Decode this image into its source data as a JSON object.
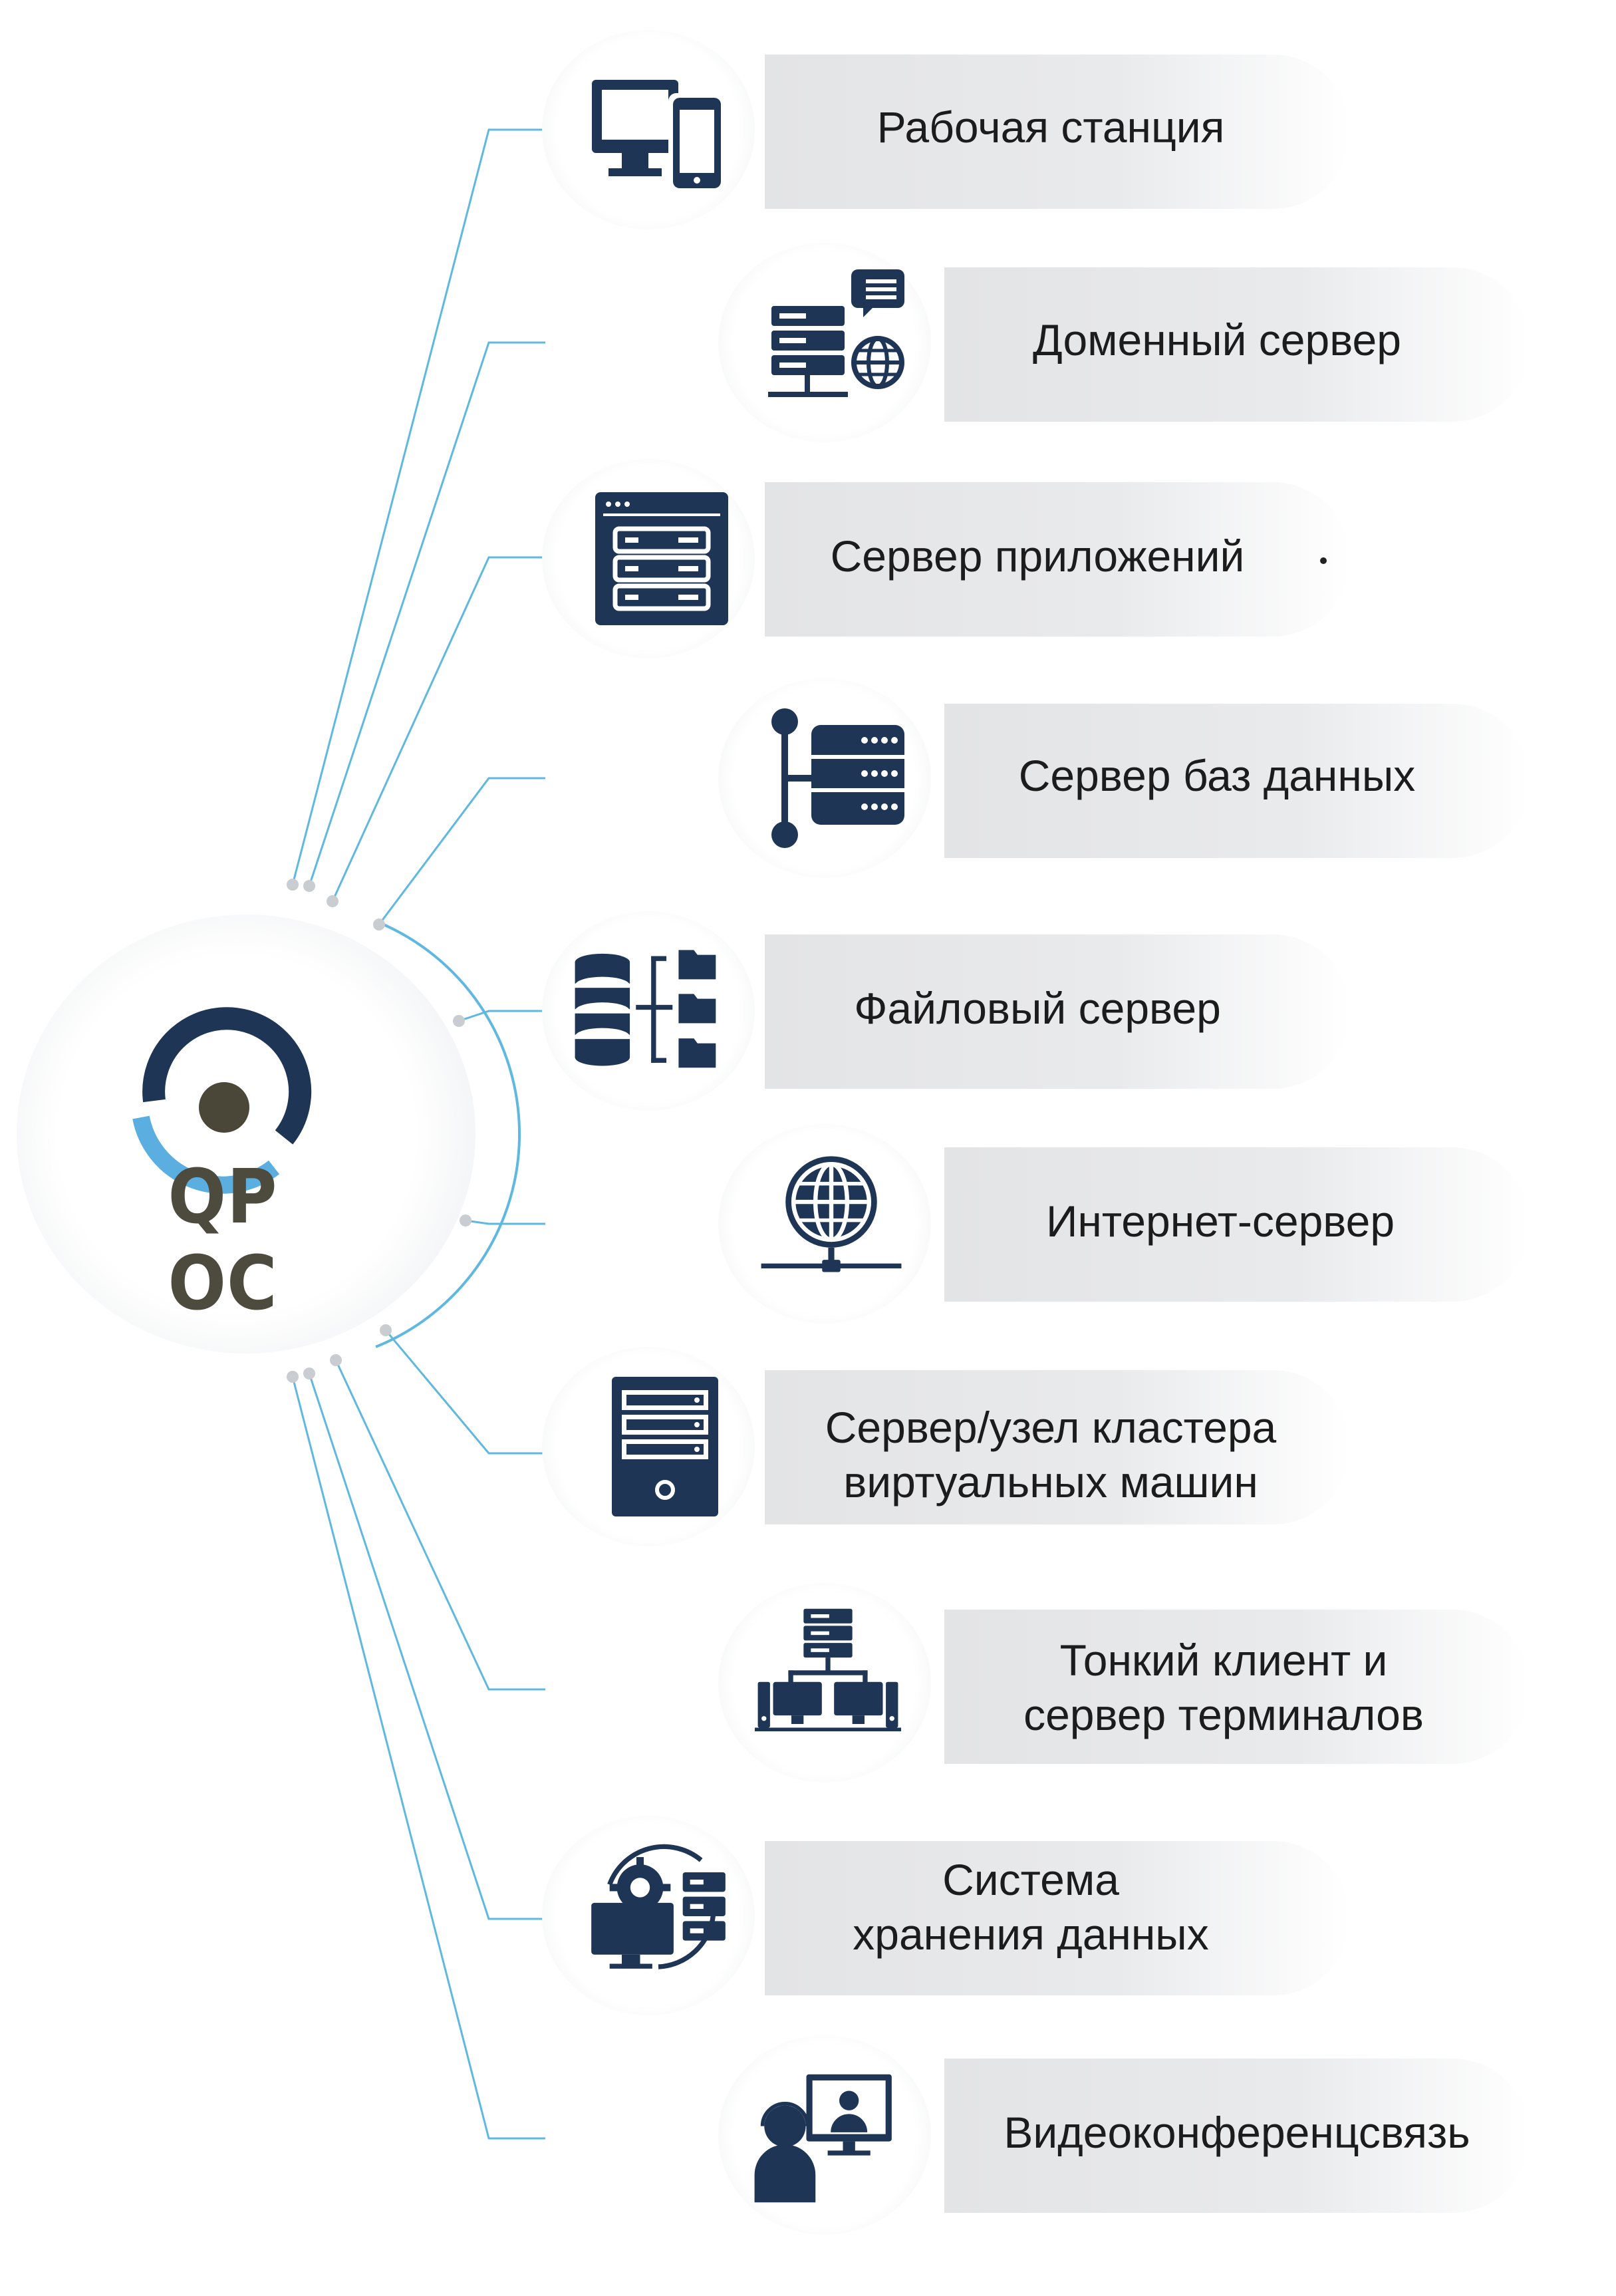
{
  "hub": {
    "logo_text": "QP OC"
  },
  "items": [
    {
      "label": "Рабочая станция",
      "icon": "workstation-icon"
    },
    {
      "label": "Доменный сервер",
      "icon": "domain-server-icon"
    },
    {
      "label": "Сервер приложений",
      "icon": "application-server-icon"
    },
    {
      "label": "Сервер баз данных",
      "icon": "database-server-icon"
    },
    {
      "label": "Файловый сервер",
      "icon": "file-server-icon"
    },
    {
      "label": "Интернет-сервер",
      "icon": "globe-network-icon"
    },
    {
      "label": "Сервер/узел кластера\nвиртуальных машин",
      "icon": "tower-server-icon"
    },
    {
      "label": "Тонкий клиент и\nсервер терминалов",
      "icon": "thin-client-terminal-icon"
    },
    {
      "label": "Система\nхранения данных",
      "icon": "storage-system-icon"
    },
    {
      "label": "Видеоконференцсвязь",
      "icon": "video-conference-icon"
    }
  ],
  "colors": {
    "icon": "#1e3555",
    "line": "#5fb8e0",
    "node": "#c9ccd0",
    "text": "#1c1c1c",
    "logo_dark": "#1e3555",
    "logo_light": "#5aaee0",
    "logo_center": "#4a4638"
  }
}
